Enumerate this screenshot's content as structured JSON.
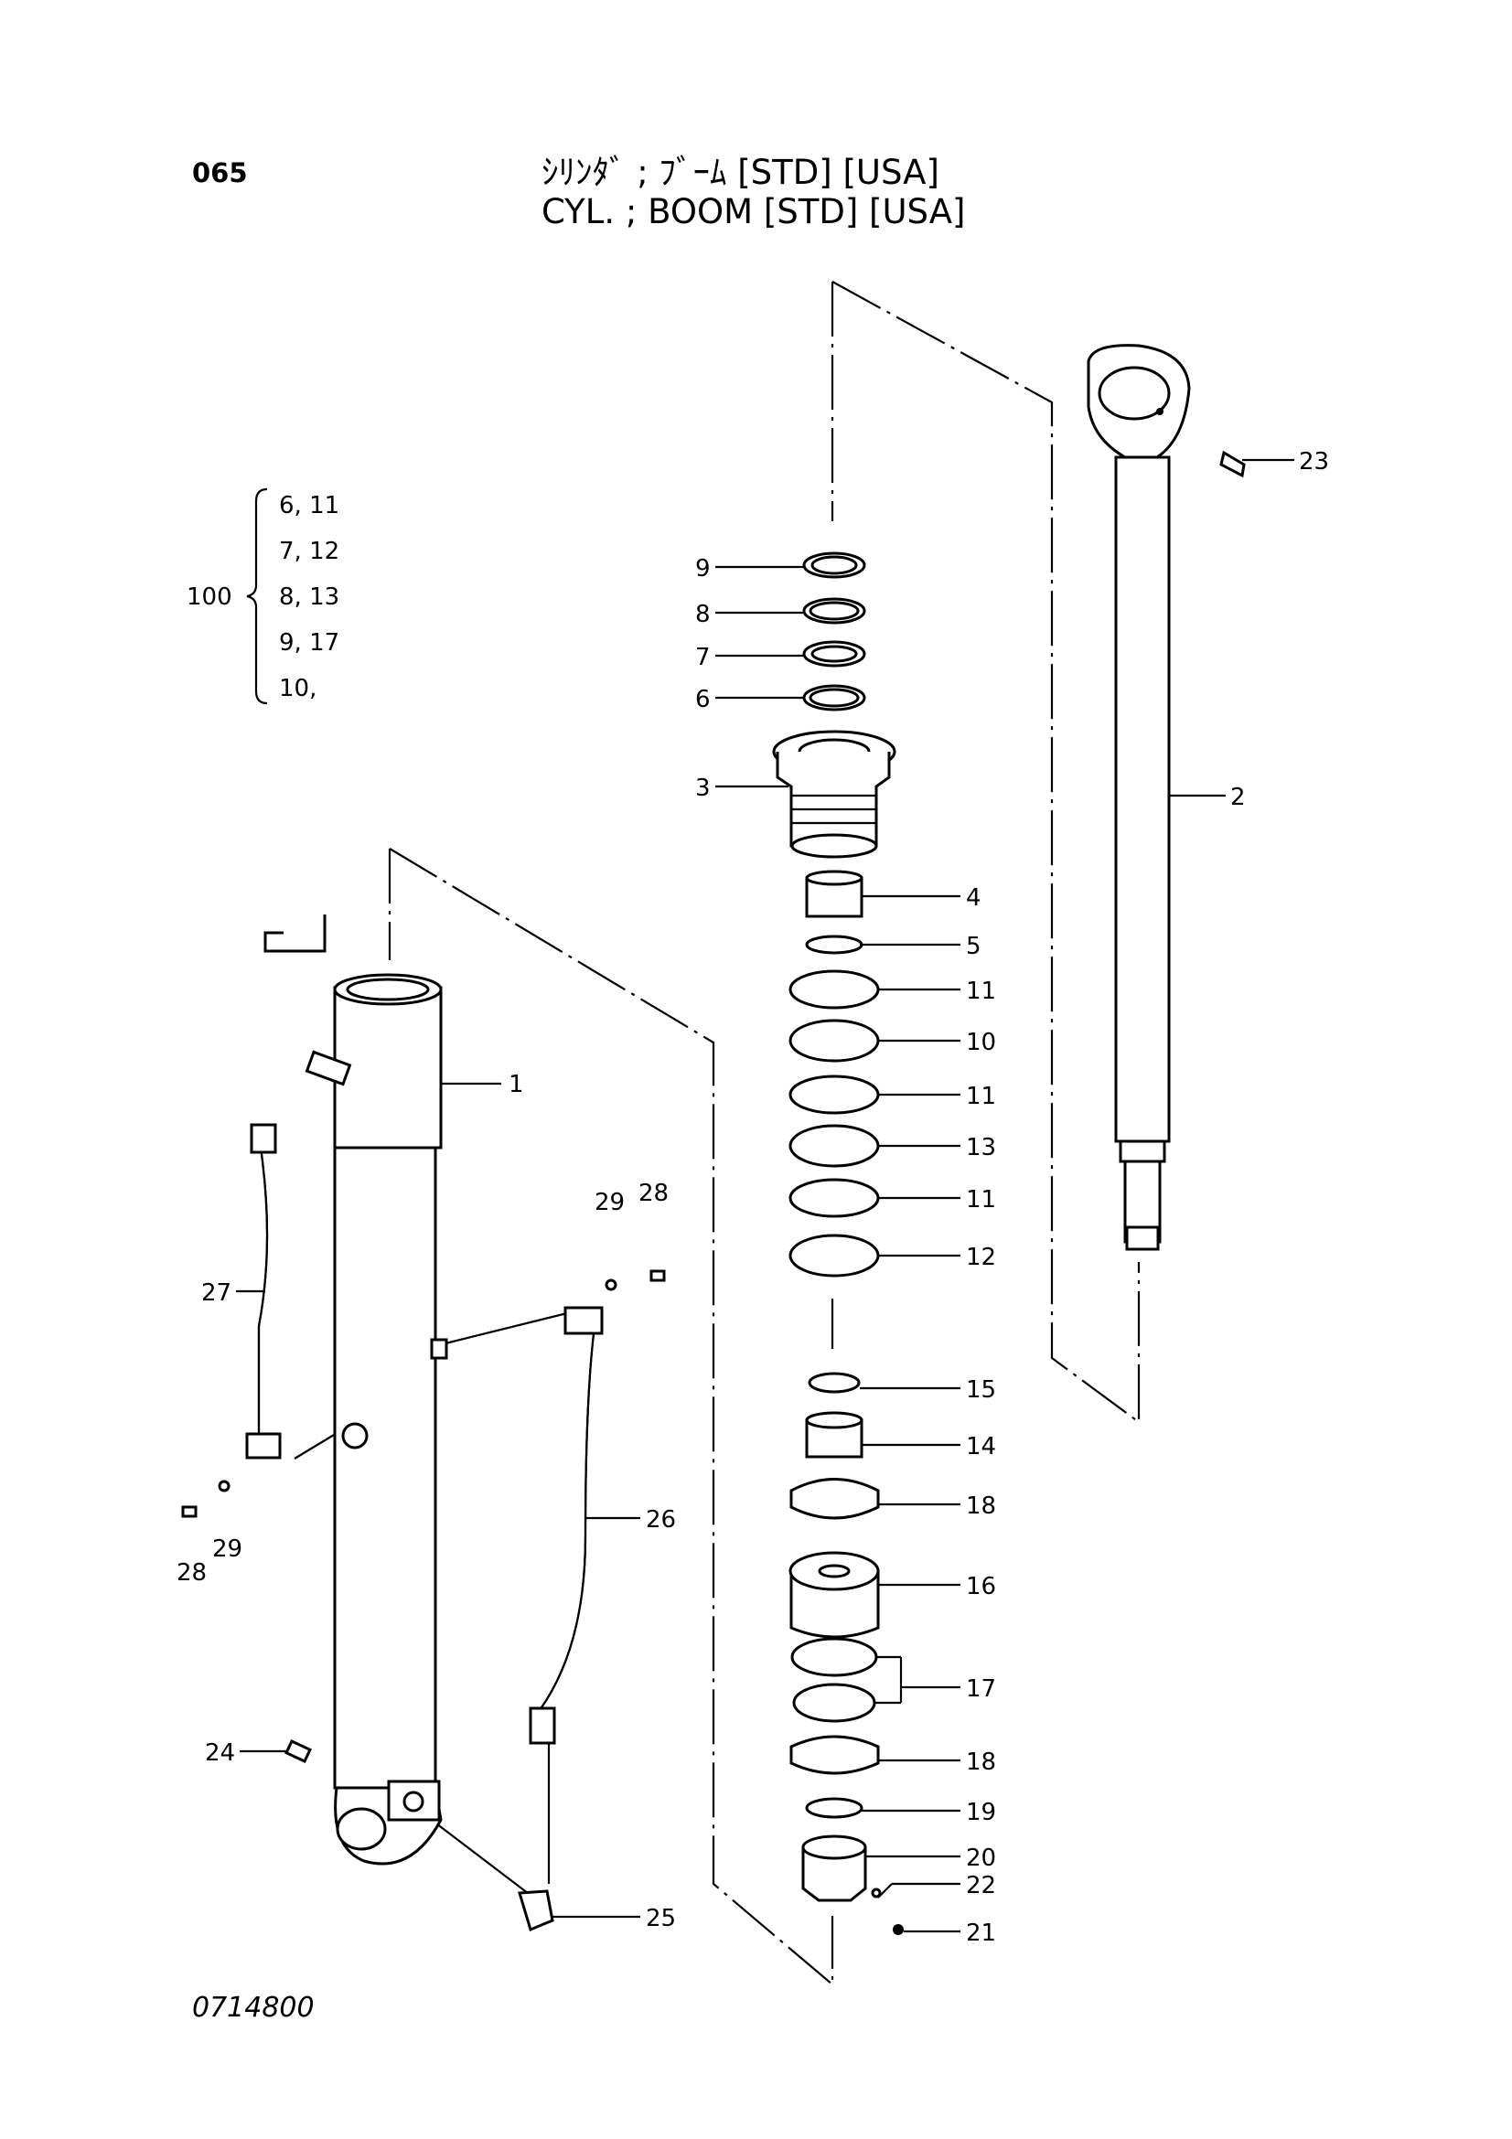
{
  "header": {
    "page_number": "065",
    "title_jp": "ｼﾘﾝﾀﾞ ; ﾌﾞｰﾑ [STD] [USA]",
    "title_en": "CYL. ; BOOM [STD] [USA]"
  },
  "kit": {
    "label": "100",
    "rows": [
      "6, 11",
      "7, 12",
      "8, 13",
      "9, 17",
      "10,"
    ]
  },
  "callouts": {
    "c1": "1",
    "c2": "2",
    "c3": "3",
    "c4": "4",
    "c5": "5",
    "c6": "6",
    "c7": "7",
    "c8": "8",
    "c9": "9",
    "c10": "10",
    "c11a": "11",
    "c11b": "11",
    "c11c": "11",
    "c12": "12",
    "c13": "13",
    "c14": "14",
    "c15": "15",
    "c16": "16",
    "c17": "17",
    "c18a": "18",
    "c18b": "18",
    "c19": "19",
    "c20": "20",
    "c21": "21",
    "c22": "22",
    "c23": "23",
    "c24": "24",
    "c25": "25",
    "c26": "26",
    "c27": "27",
    "c28a": "28",
    "c28b": "28",
    "c29a": "29",
    "c29b": "29"
  },
  "footer": {
    "drawing_code": "0714800"
  }
}
